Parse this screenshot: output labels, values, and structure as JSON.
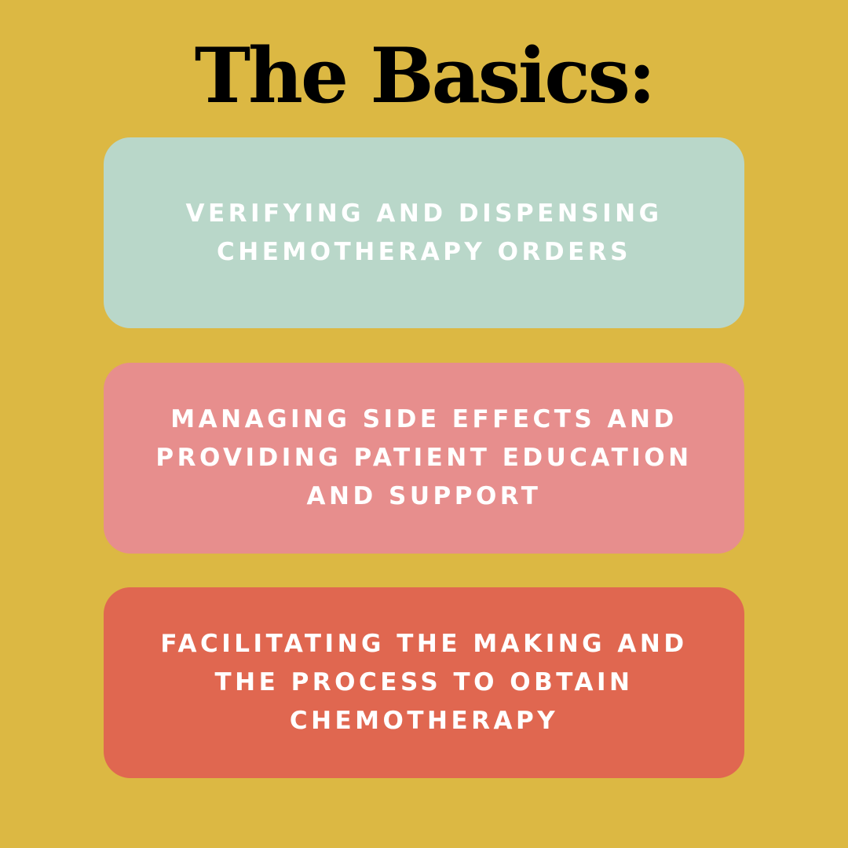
{
  "title": "The Basics:",
  "colors": {
    "background": "#dcb843",
    "title": "#000000",
    "card_text": "#ffffff"
  },
  "cards": [
    {
      "text": "VERIFYING AND DISPENSING\nCHEMOTHERAPY ORDERS",
      "color": "#b9d7c9"
    },
    {
      "text": "MANAGING SIDE EFFECTS AND\nPROVIDING PATIENT EDUCATION\nAND SUPPORT",
      "color": "#e78e8d"
    },
    {
      "text": "FACILITATING THE MAKING AND\nTHE PROCESS TO OBTAIN\nCHEMOTHERAPY",
      "color": "#e06750"
    }
  ]
}
